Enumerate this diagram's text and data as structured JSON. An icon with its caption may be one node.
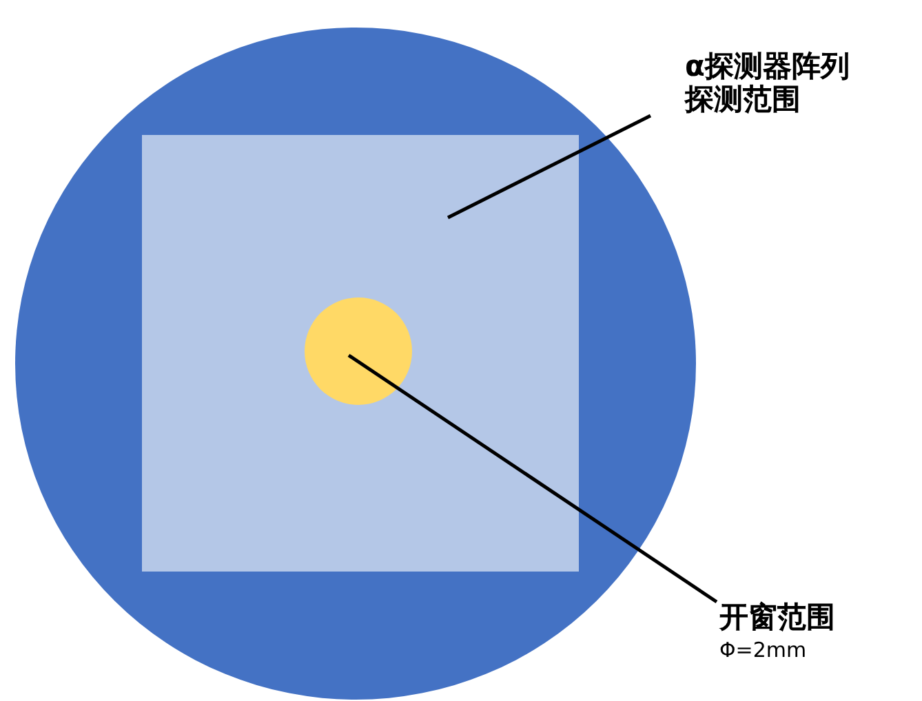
{
  "diagram": {
    "nodes": [
      {
        "text": [],
        "shape": "circle"
      },
      {
        "text": [],
        "shape": "box",
        "in": 0
      },
      {
        "text": [],
        "shape": "circle",
        "in": 1
      },
      {
        "text": [
          "α探测器阵列探测范围"
        ]
      },
      {
        "text": [
          "开窗范围",
          "Φ=2mm"
        ]
      }
    ],
    "edges": [
      {
        "from": 3,
        "to": 1,
        "arrow": "none"
      },
      {
        "from": 4,
        "to": 2,
        "arrow": "none"
      }
    ]
  }
}
